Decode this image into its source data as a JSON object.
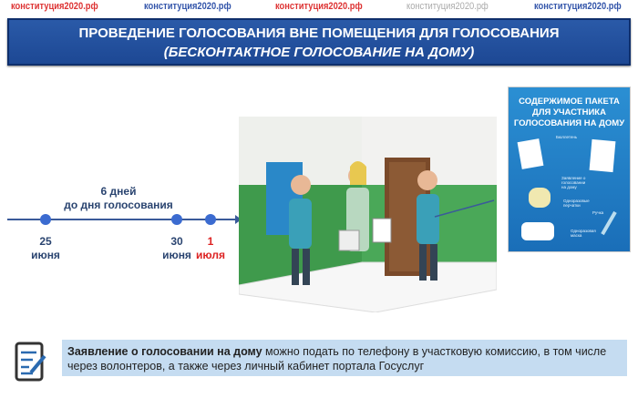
{
  "watermarks": [
    "конституция2020.рф",
    "конституция2020.рф",
    "конституция2020.рф",
    "конституция2020.рф",
    "конституция2020.рф"
  ],
  "title": {
    "line1": "ПРОВЕДЕНИЕ ГОЛОСОВАНИЯ ВНЕ ПОМЕЩЕНИЯ ДЛЯ ГОЛОСОВАНИЯ",
    "line2": "(БЕСКОНТАКТНОЕ ГОЛОСОВАНИЕ НА ДОМУ)"
  },
  "timeline": {
    "caption_1": "6 дней",
    "caption_2": "до дня голосования",
    "dates": [
      {
        "day": "25",
        "month": "июня"
      },
      {
        "day": "30",
        "month": "июня"
      },
      {
        "day": "1",
        "month": "июля"
      }
    ]
  },
  "poster": {
    "title_1": "СОДЕРЖИМОЕ ПАКЕТА",
    "title_2": "ДЛЯ УЧАСТНИКА",
    "title_3": "ГОЛОСОВАНИЯ НА ДОМУ",
    "items": [
      "Бюллетень",
      "Заявление о голосовании на дому",
      "Одноразовые перчатки",
      "Ручка",
      "Одноразовая маска"
    ]
  },
  "note": {
    "bold": "Заявление о голосовании на дому",
    "text": " можно подать по телефону в участковую комиссию, в том числе через волонтеров, а также через личный кабинет портала Госуслуг"
  },
  "colors": {
    "title_bg": "#1d4894",
    "note_bg": "#c5dcf1",
    "poster_bg": "#1f7cc4",
    "accent_red": "#dd2222"
  }
}
